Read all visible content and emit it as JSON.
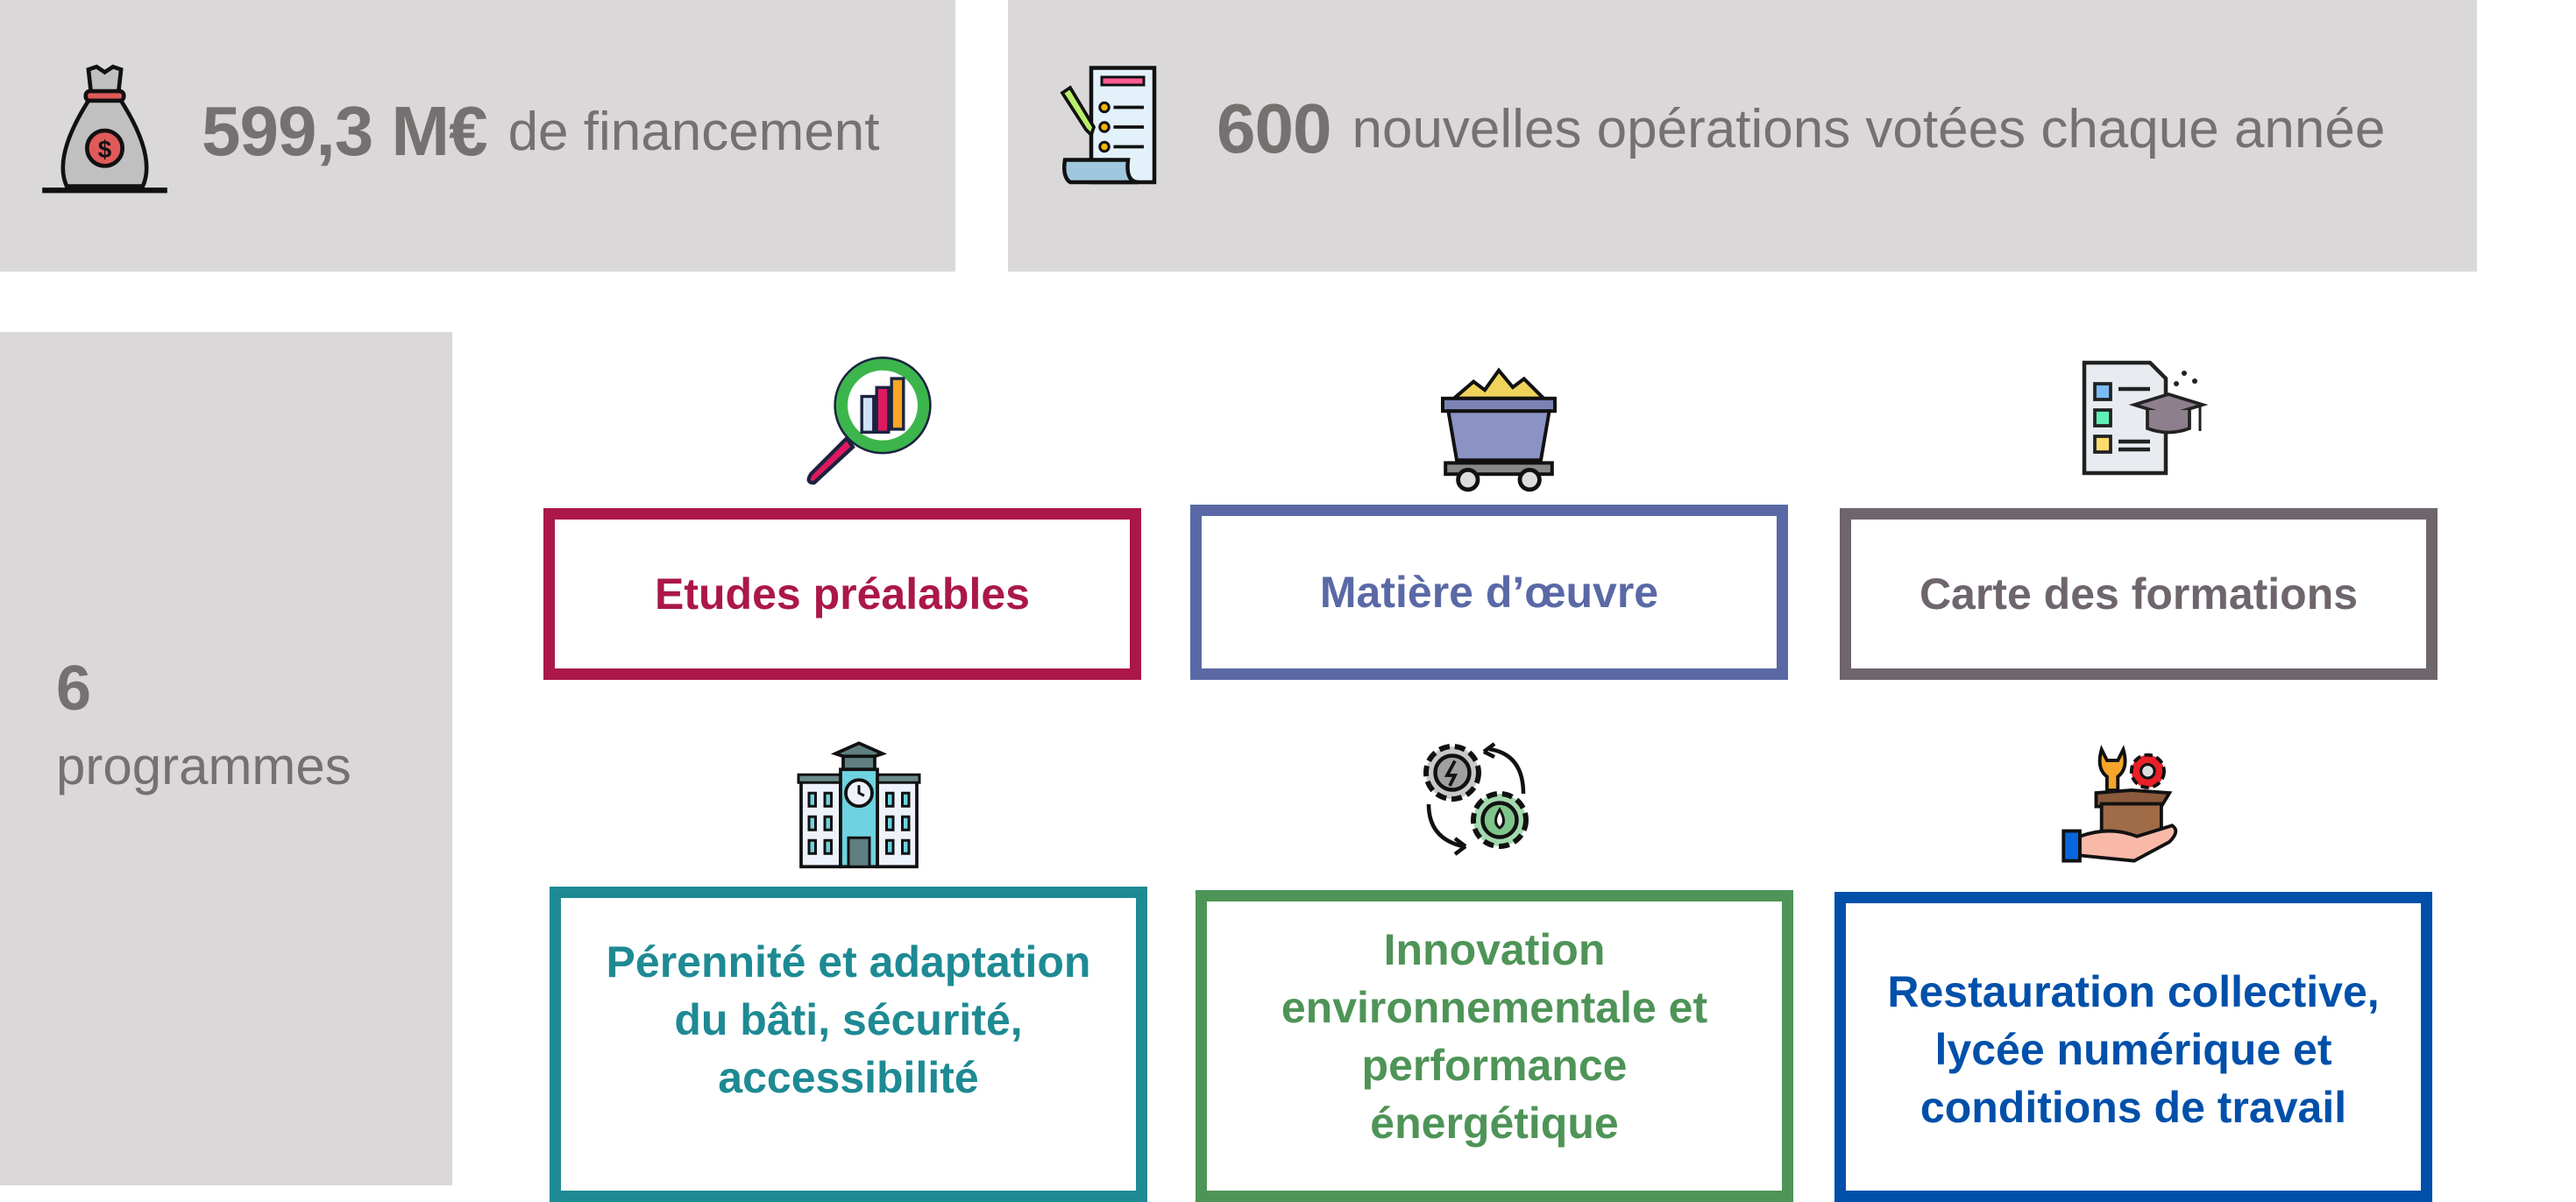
{
  "stats": {
    "funding": {
      "value": "599,3 M€",
      "label": "de financement",
      "icon": "money-bag-icon"
    },
    "operations": {
      "value": "600",
      "label": "nouvelles opérations votées chaque année",
      "icon": "checklist-document-icon"
    }
  },
  "programmes_count": {
    "value": "6",
    "label": "programmes"
  },
  "programmes": [
    {
      "label": "Etudes préalables",
      "icon": "magnifier-chart-icon",
      "color": "#ab1749"
    },
    {
      "label": "Matière d’œuvre",
      "icon": "mine-cart-icon",
      "color": "#5a69a6"
    },
    {
      "label": "Carte des formations",
      "icon": "document-graduation-cap-icon",
      "color": "#6e656d"
    },
    {
      "label": "Pérennité et adaptation du bâti, sécurité, accessibilité",
      "icon": "school-building-icon",
      "color": "#1e8a93"
    },
    {
      "label": "Innovation environnementale et performance énergétique",
      "icon": "energy-gears-cycle-icon",
      "color": "#4e9457"
    },
    {
      "label": "Restauration collective, lycée numérique et conditions de travail",
      "icon": "hand-box-tools-icon",
      "color": "#0050aa"
    }
  ],
  "colors": {
    "panel": "#dad8d9",
    "text_gray": "#767170"
  }
}
